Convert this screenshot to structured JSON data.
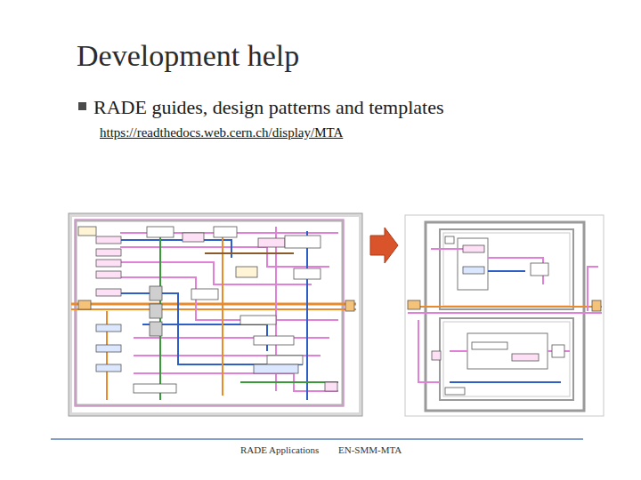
{
  "diagram": {
    "title": "Development help",
    "labels": [
      "RADE guides, design patterns and templates",
      "https://readthedocs.web.cern.ch/display/MTA",
      "RADE Applications",
      "EN-SMM-MTA"
    ]
  }
}
